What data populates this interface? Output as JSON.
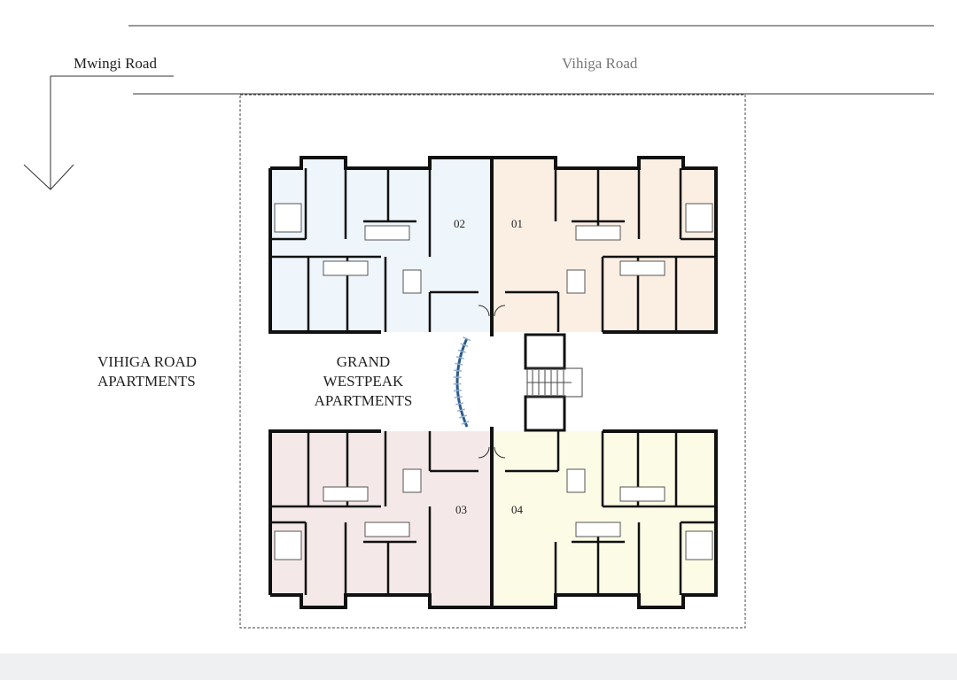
{
  "roads": {
    "mwingi": "Mwingi Road",
    "vihiga": "Vihiga Road"
  },
  "buildings": {
    "left_line1": "VIHIGA ROAD",
    "left_line2": "APARTMENTS",
    "center_line1": "GRAND",
    "center_line2": "WESTPEAK",
    "center_line3": "APARTMENTS"
  },
  "units": [
    {
      "number": "02",
      "color": "#eef5fb"
    },
    {
      "number": "01",
      "color": "#fbeee2"
    },
    {
      "number": "03",
      "color": "#f4e8e8"
    },
    {
      "number": "04",
      "color": "#fbfbe6"
    }
  ]
}
